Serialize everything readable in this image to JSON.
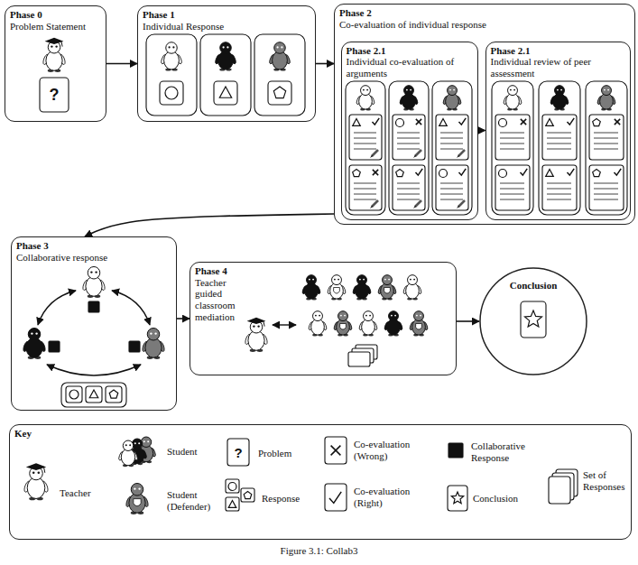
{
  "diagram": {
    "caption": "Figure 3.1: Collab3",
    "nodes": [
      {
        "text": [
          "Phase 0",
          "Problem Statement"
        ]
      },
      {
        "text": [
          "Phase 1",
          "Individual Response"
        ]
      },
      {
        "text": [
          "Phase 2",
          "Co-evaluation of individual response"
        ]
      },
      {
        "text": [
          "Phase 2.1",
          "Individual co-evaluation of arguments"
        ],
        "in": 2
      },
      {
        "text": [
          "Phase 2.1",
          "Individual review of peer assessment"
        ],
        "in": 2
      },
      {
        "text": [
          "Phase 3",
          "Collaborative response"
        ]
      },
      {
        "text": [
          "Phase 4",
          "Teacher guided classroom mediation"
        ]
      },
      {
        "text": [
          "Conclusion"
        ]
      },
      {
        "text": [
          "Key"
        ]
      }
    ],
    "edges": [
      {
        "from": 0,
        "to": 1,
        "arrow": "to"
      },
      {
        "from": 1,
        "to": 2,
        "arrow": "to"
      },
      {
        "from": 3,
        "to": 4,
        "arrow": "to"
      },
      {
        "from": 2,
        "to": 5,
        "arrow": "to"
      },
      {
        "from": 5,
        "to": 6,
        "arrow": "to"
      },
      {
        "from": 6,
        "to": 7,
        "arrow": "to"
      }
    ],
    "labels": [
      "?",
      "?"
    ],
    "legend": [
      {
        "text": "Teacher"
      },
      {
        "text": "Student"
      },
      {
        "text": "Student (Defender)"
      },
      {
        "text": "Problem"
      },
      {
        "text": "Response"
      },
      {
        "text": "Co-evaluation (Wrong)"
      },
      {
        "text": "Co-evaluation (Right)"
      },
      {
        "text": "Collaborative Response"
      },
      {
        "text": "Conclusion"
      },
      {
        "text": "Set of Responses"
      }
    ]
  }
}
